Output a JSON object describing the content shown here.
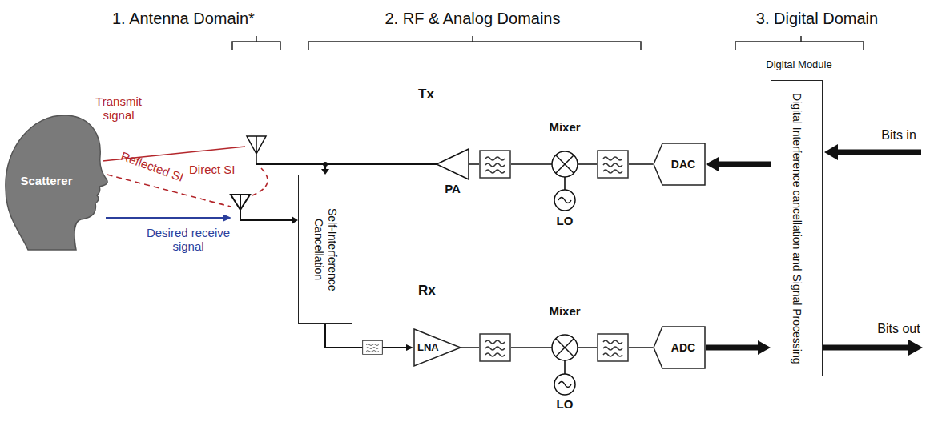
{
  "diagram": {
    "nodes": [
      {
        "text": [
          "Scatterer"
        ]
      },
      {
        "text": [
          "Self-Interference Cancellation"
        ]
      },
      {
        "text": [
          "Tx"
        ]
      },
      {
        "text": [
          "DAC"
        ],
        "in": 2
      },
      {
        "text": [
          "Rx"
        ]
      },
      {
        "text": [
          "LNA"
        ],
        "in": 4
      },
      {
        "text": [
          "ADC"
        ],
        "in": 4
      },
      {
        "text": [
          "Digital Module"
        ]
      },
      {
        "text": [
          "Digital Interference cancellation and Signal Processing"
        ],
        "in": 7
      }
    ],
    "edges": [
      {
        "from": 8,
        "to": 3,
        "arrow": "to"
      },
      {
        "from": 6,
        "to": 8,
        "arrow": "to"
      },
      {
        "from": 1,
        "to": 5,
        "arrow": "to"
      }
    ],
    "labels": [
      "1. Antenna Domain*",
      "2. RF & Analog Domains",
      "3. Digital Domain",
      "Transmit signal",
      "Direct SI",
      "Reflected SI",
      "Desired receive signal",
      "Mixer",
      "PA",
      "LO",
      "Mixer",
      "LO",
      "Bits in",
      "Bits out"
    ]
  }
}
